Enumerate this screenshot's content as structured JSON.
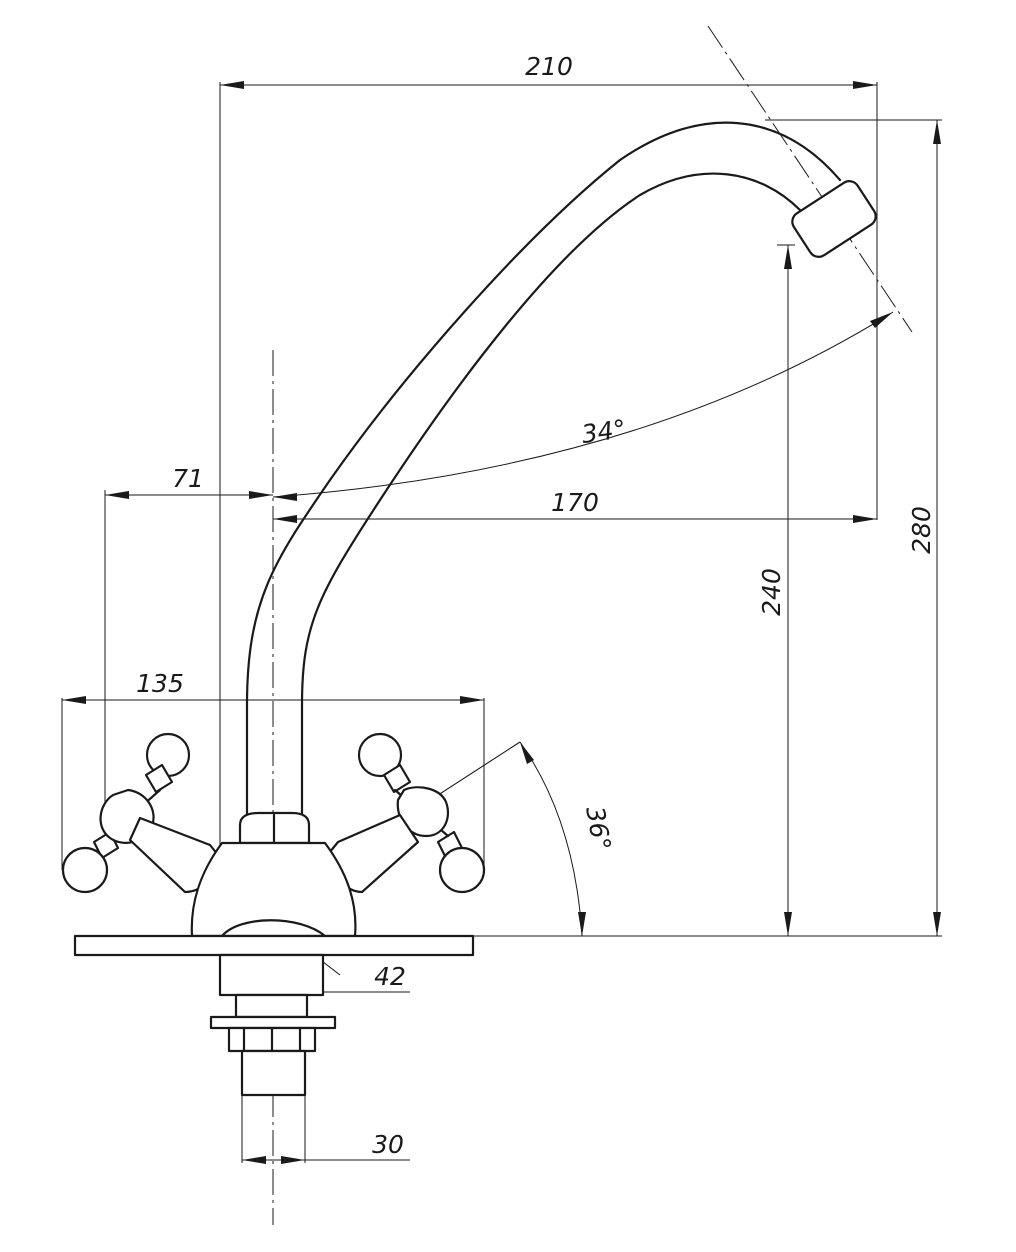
{
  "dimensions": {
    "spout_reach": "210",
    "spout_height": "280",
    "outlet_height": "240",
    "spout_from_axis": "170",
    "handle_offset": "71",
    "handle_span": "135",
    "spout_angle": "34°",
    "handle_angle": "36°",
    "body_diameter": "42",
    "shank_diameter": "30"
  },
  "colors": {
    "line": "#1a1a1a",
    "background": "#ffffff"
  }
}
